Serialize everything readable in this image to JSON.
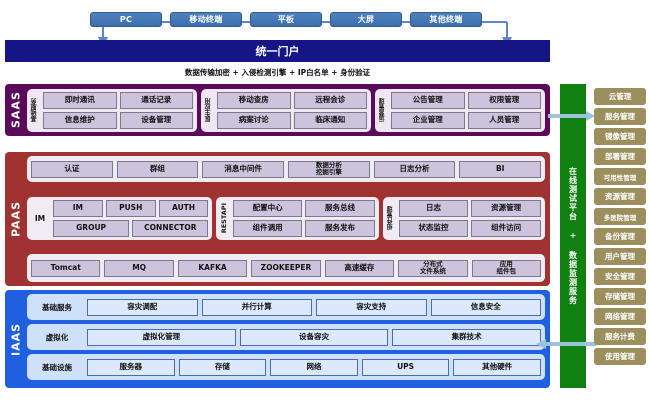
{
  "terminals": [
    {
      "label": "PC"
    },
    {
      "label": "移动终端"
    },
    {
      "label": "平板"
    },
    {
      "label": "大屏"
    },
    {
      "label": "其他终端"
    }
  ],
  "portal": {
    "title": "统一门户",
    "security_line": "数据传输加密 + 入侵检测引擎 + IP白名单 + 身份验证"
  },
  "layers": {
    "saas": {
      "tag": "SAAS",
      "color": "#5b0a5b",
      "groups": [
        {
          "vlabel": "基础服务",
          "cells": [
            "即时通讯",
            "通话记录",
            "信息维护",
            "设备管理"
          ]
        },
        {
          "vlabel": "医生应用",
          "cells": [
            "移动查房",
            "远程会诊",
            "病案讨论",
            "临床通知"
          ]
        },
        {
          "vlabel": "运营管理",
          "cells": [
            "公告管理",
            "权限管理",
            "企业管理",
            "人员管理"
          ]
        }
      ]
    },
    "paas": {
      "tag": "PAAS",
      "color": "#a03232",
      "row_top": [
        "认证",
        "群组",
        "消息中间件",
        "数据分析\n挖掘引擎",
        "日志分析",
        "BI"
      ],
      "groups_mid": [
        {
          "hlabel": "IM",
          "cells": [
            "IM",
            "PUSH",
            "AUTH",
            "GROUP",
            "CONNECTOR"
          ]
        },
        {
          "vlabel": "RESTAPI",
          "cells": [
            "配置中心",
            "服务总线",
            "组件调用",
            "服务发布"
          ]
        },
        {
          "vlabel": "组件管理",
          "cells": [
            "日志",
            "资源管理",
            "状态监控",
            "组件访问"
          ]
        }
      ],
      "row_bottom": [
        "Tomcat",
        "MQ",
        "KAFKA",
        "ZOOKEEPER",
        "高速缓存",
        "分布式\n文件系统",
        "应用\n组件包"
      ]
    },
    "iaas": {
      "tag": "IAAS",
      "color": "#1f5fe0",
      "rows": [
        {
          "hlabel": "基础服务",
          "cells": [
            "容灾调配",
            "并行计算",
            "容灾支持",
            "信息安全"
          ]
        },
        {
          "hlabel": "虚拟化",
          "cells": [
            "虚拟化管理",
            "设备容灾",
            "集群技术"
          ]
        },
        {
          "hlabel": "基础设施",
          "cells": [
            "服务器",
            "存储",
            "网络",
            "UPS",
            "其他硬件"
          ]
        }
      ]
    }
  },
  "green_bar": {
    "label": "在线测试平台 + 数据监测服务",
    "color": "#108010"
  },
  "sidebar": {
    "color": "#9c8f5e",
    "items": [
      {
        "label": "云管理"
      },
      {
        "label": "服务管理"
      },
      {
        "label": "镜像管理"
      },
      {
        "label": "部署管理"
      },
      {
        "label": "可用性管理"
      },
      {
        "label": "资源管理"
      },
      {
        "label": "多医院管理"
      },
      {
        "label": "备份管理"
      },
      {
        "label": "用户管理"
      },
      {
        "label": "安全管理"
      },
      {
        "label": "存储管理"
      },
      {
        "label": "网络管理"
      },
      {
        "label": "服务计费"
      },
      {
        "label": "使用管理"
      }
    ]
  },
  "arrows": {
    "accent": "#9dc3d8"
  }
}
